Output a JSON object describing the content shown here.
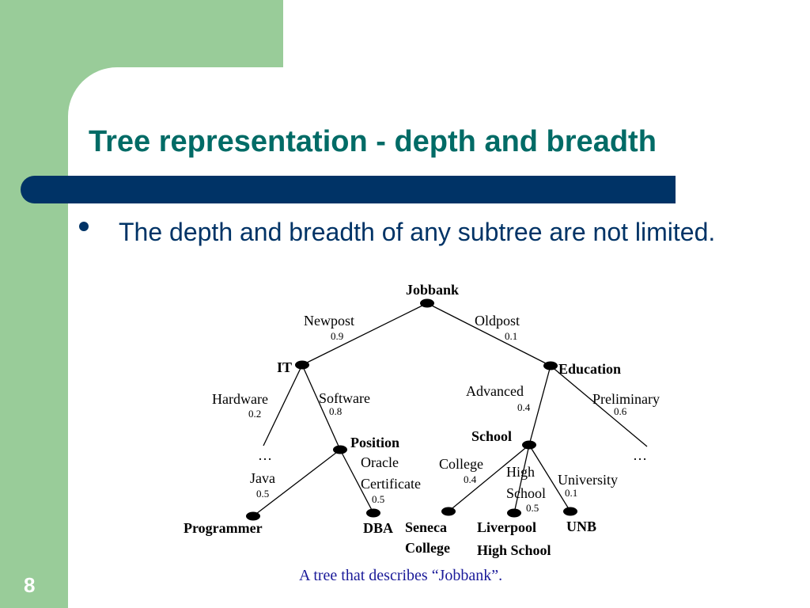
{
  "slide": {
    "title": "Tree representation - depth and breadth",
    "bullet": "The depth and breadth of any subtree are not limited.",
    "slide_number": "8",
    "colors": {
      "title": "#006b66",
      "bar": "#003366",
      "accent_green": "#99cc99",
      "caption": "#1a1a99"
    }
  },
  "tree": {
    "nodes": {
      "jobbank": "Jobbank",
      "it": "IT",
      "education": "Education",
      "position": "Position",
      "school": "School",
      "programmer": "Programmer",
      "dba": "DBA",
      "seneca_1": "Seneca",
      "seneca_2": "College",
      "liverpool_1": "Liverpool",
      "liverpool_2": "High School",
      "unb": "UNB"
    },
    "edges": {
      "newpost": {
        "label": "Newpost",
        "p": "0.9"
      },
      "oldpost": {
        "label": "Oldpost",
        "p": "0.1"
      },
      "hardware": {
        "label": "Hardware",
        "p": "0.2"
      },
      "software": {
        "label": "Software",
        "p": "0.8"
      },
      "advanced": {
        "label": "Advanced",
        "p": "0.4"
      },
      "preliminary": {
        "label": "Preliminary",
        "p": "0.6"
      },
      "java": {
        "label": "Java",
        "p": "0.5"
      },
      "oracle": {
        "label_1": "Oracle",
        "label_2": "Certificate",
        "p": "0.5"
      },
      "college": {
        "label": "College",
        "p": "0.4"
      },
      "highschool": {
        "label_1": "High",
        "label_2": "School",
        "p": "0.5"
      },
      "university": {
        "label": "University",
        "p": "0.1"
      }
    },
    "ellipsis_left": "…",
    "ellipsis_right": "…",
    "caption": "A tree that describes “Jobbank”."
  }
}
